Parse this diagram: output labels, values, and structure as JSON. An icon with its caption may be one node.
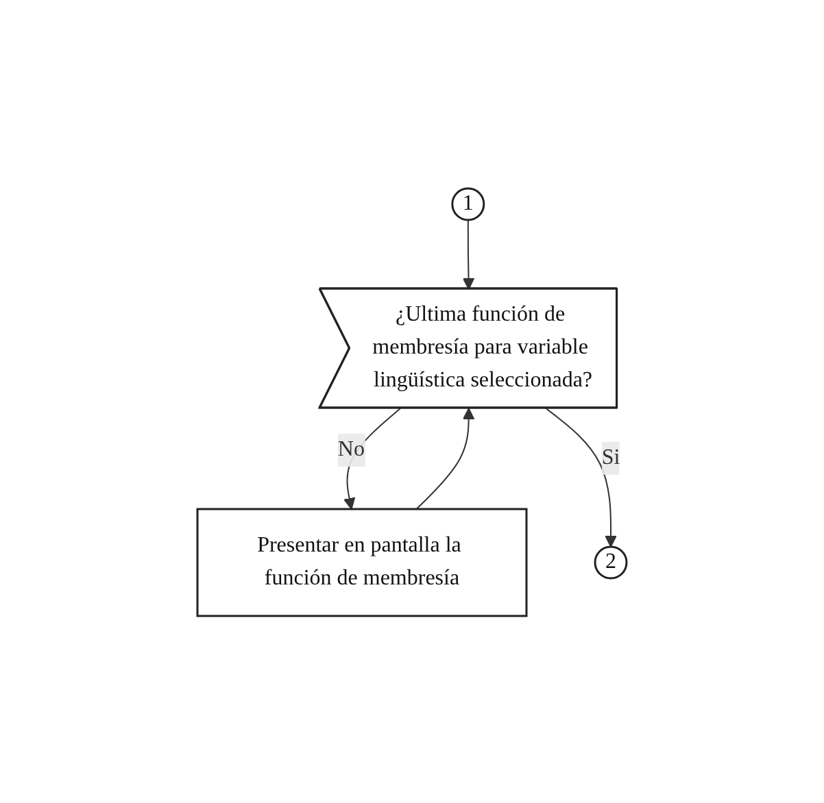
{
  "diagram": {
    "nodes": [
      {
        "text": [
          "1"
        ]
      },
      {
        "text": [
          "¿Ultima función de membresía para variable lingüística seleccionada?"
        ]
      },
      {
        "text": [
          "Presentar en pantalla la función de membresía"
        ]
      },
      {
        "text": [
          "2"
        ]
      }
    ],
    "edges": [
      {
        "from": 0,
        "to": 1,
        "arrow": "to"
      },
      {
        "from": 1,
        "to": 2,
        "label": "No",
        "arrow": "to"
      },
      {
        "from": 2,
        "to": 1,
        "arrow": "to"
      },
      {
        "from": 1,
        "to": 3,
        "label": "Si",
        "arrow": "to"
      }
    ]
  }
}
